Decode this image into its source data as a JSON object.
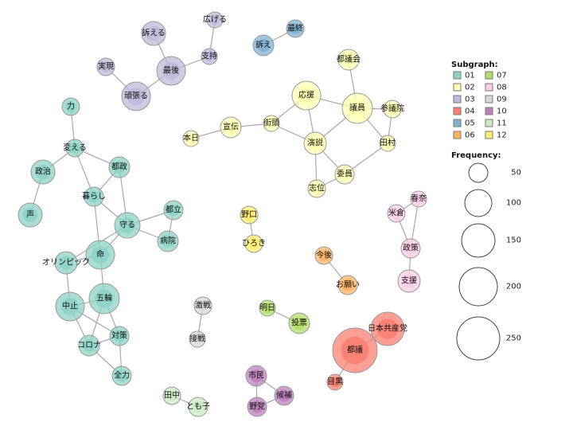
{
  "legend": {
    "subgraph_title": "Subgraph:",
    "frequency_title": "Frequency:",
    "subgraphs": [
      {
        "id": "01",
        "color": "#8dd3c7"
      },
      {
        "id": "02",
        "color": "#ffffb3"
      },
      {
        "id": "03",
        "color": "#bebada"
      },
      {
        "id": "04",
        "color": "#fb8072"
      },
      {
        "id": "05",
        "color": "#80b1d3"
      },
      {
        "id": "06",
        "color": "#fdb462"
      },
      {
        "id": "07",
        "color": "#b3de69"
      },
      {
        "id": "08",
        "color": "#fccde5"
      },
      {
        "id": "09",
        "color": "#d9d9d9"
      },
      {
        "id": "10",
        "color": "#bc80bd"
      },
      {
        "id": "11",
        "color": "#ccebc5"
      },
      {
        "id": "12",
        "color": "#ffed6f"
      }
    ],
    "frequencies": [
      50,
      100,
      150,
      200,
      250
    ]
  },
  "network": {
    "nodes": [
      {
        "label": "訴える",
        "group": "03"
      },
      {
        "label": "広げる",
        "group": "03"
      },
      {
        "label": "支持",
        "group": "03"
      },
      {
        "label": "実現",
        "group": "03"
      },
      {
        "label": "最後",
        "group": "03"
      },
      {
        "label": "頑張る",
        "group": "03"
      },
      {
        "label": "訴え",
        "group": "05"
      },
      {
        "label": "最終",
        "group": "05"
      },
      {
        "label": "都議会",
        "group": "02"
      },
      {
        "label": "応援",
        "group": "02"
      },
      {
        "label": "議員",
        "group": "02"
      },
      {
        "label": "参議院",
        "group": "02"
      },
      {
        "label": "本日",
        "group": "02"
      },
      {
        "label": "宣伝",
        "group": "02"
      },
      {
        "label": "街頭",
        "group": "02"
      },
      {
        "label": "演説",
        "group": "02"
      },
      {
        "label": "田村",
        "group": "02"
      },
      {
        "label": "委員",
        "group": "02"
      },
      {
        "label": "志位",
        "group": "02"
      },
      {
        "label": "力",
        "group": "01"
      },
      {
        "label": "変える",
        "group": "01"
      },
      {
        "label": "政治",
        "group": "01"
      },
      {
        "label": "都政",
        "group": "01"
      },
      {
        "label": "暮らし",
        "group": "01"
      },
      {
        "label": "声",
        "group": "01"
      },
      {
        "label": "都立",
        "group": "01"
      },
      {
        "label": "守る",
        "group": "01"
      },
      {
        "label": "病院",
        "group": "01"
      },
      {
        "label": "命",
        "group": "01"
      },
      {
        "label": "オリンピック",
        "group": "01"
      },
      {
        "label": "五輪",
        "group": "01"
      },
      {
        "label": "中止",
        "group": "01"
      },
      {
        "label": "対策",
        "group": "01"
      },
      {
        "label": "コロナ",
        "group": "01"
      },
      {
        "label": "全力",
        "group": "01"
      },
      {
        "label": "野口",
        "group": "12"
      },
      {
        "label": "ひろき",
        "group": "12"
      },
      {
        "label": "今後",
        "group": "06"
      },
      {
        "label": "お願い",
        "group": "06"
      },
      {
        "label": "春奈",
        "group": "08"
      },
      {
        "label": "米倉",
        "group": "08"
      },
      {
        "label": "政策",
        "group": "08"
      },
      {
        "label": "支援",
        "group": "08"
      },
      {
        "label": "明日",
        "group": "07"
      },
      {
        "label": "投票",
        "group": "07"
      },
      {
        "label": "激戦",
        "group": "09"
      },
      {
        "label": "接戦",
        "group": "09"
      },
      {
        "label": "日本共産党",
        "group": "04"
      },
      {
        "label": "都議",
        "group": "04"
      },
      {
        "label": "目黒",
        "group": "04"
      },
      {
        "label": "市民",
        "group": "10"
      },
      {
        "label": "候補",
        "group": "10"
      },
      {
        "label": "野党",
        "group": "10"
      },
      {
        "label": "田中",
        "group": "11"
      },
      {
        "label": "とも子",
        "group": "11"
      }
    ],
    "edges": [
      [
        "訴える",
        "最後"
      ],
      [
        "広げる",
        "支持"
      ],
      [
        "支持",
        "最後"
      ],
      [
        "最後",
        "頑張る"
      ],
      [
        "実現",
        "頑張る"
      ],
      [
        "訴え",
        "最終"
      ],
      [
        "本日",
        "宣伝"
      ],
      [
        "宣伝",
        "街頭"
      ],
      [
        "街頭",
        "応援"
      ],
      [
        "街頭",
        "演説"
      ],
      [
        "応援",
        "議員"
      ],
      [
        "応援",
        "演説"
      ],
      [
        "都議会",
        "議員"
      ],
      [
        "議員",
        "参議院"
      ],
      [
        "議員",
        "演説"
      ],
      [
        "議員",
        "田村"
      ],
      [
        "参議院",
        "田村"
      ],
      [
        "田村",
        "委員"
      ],
      [
        "演説",
        "委員"
      ],
      [
        "演説",
        "志位"
      ],
      [
        "志位",
        "委員"
      ],
      [
        "力",
        "変える"
      ],
      [
        "変える",
        "政治"
      ],
      [
        "変える",
        "都政"
      ],
      [
        "変える",
        "暮らし"
      ],
      [
        "政治",
        "声"
      ],
      [
        "都政",
        "暮らし"
      ],
      [
        "都政",
        "守る"
      ],
      [
        "暮らし",
        "守る"
      ],
      [
        "暮らし",
        "命"
      ],
      [
        "守る",
        "都立"
      ],
      [
        "守る",
        "病院"
      ],
      [
        "都立",
        "病院"
      ],
      [
        "守る",
        "命"
      ],
      [
        "守る",
        "オリンピック"
      ],
      [
        "命",
        "オリンピック"
      ],
      [
        "命",
        "五輪"
      ],
      [
        "オリンピック",
        "中止"
      ],
      [
        "中止",
        "五輪"
      ],
      [
        "中止",
        "対策"
      ],
      [
        "中止",
        "コロナ"
      ],
      [
        "五輪",
        "コロナ"
      ],
      [
        "五輪",
        "対策"
      ],
      [
        "コロナ",
        "対策"
      ],
      [
        "コロナ",
        "全力"
      ],
      [
        "対策",
        "全力"
      ],
      [
        "野口",
        "ひろき"
      ],
      [
        "今後",
        "お願い"
      ],
      [
        "米倉",
        "春奈"
      ],
      [
        "米倉",
        "政策"
      ],
      [
        "春奈",
        "政策"
      ],
      [
        "政策",
        "支援"
      ],
      [
        "明日",
        "投票"
      ],
      [
        "激戦",
        "接戦"
      ],
      [
        "日本共産党",
        "都議"
      ],
      [
        "都議",
        "目黒"
      ],
      [
        "市民",
        "候補"
      ],
      [
        "市民",
        "野党"
      ],
      [
        "野党",
        "候補"
      ],
      [
        "田中",
        "とも子"
      ]
    ]
  }
}
